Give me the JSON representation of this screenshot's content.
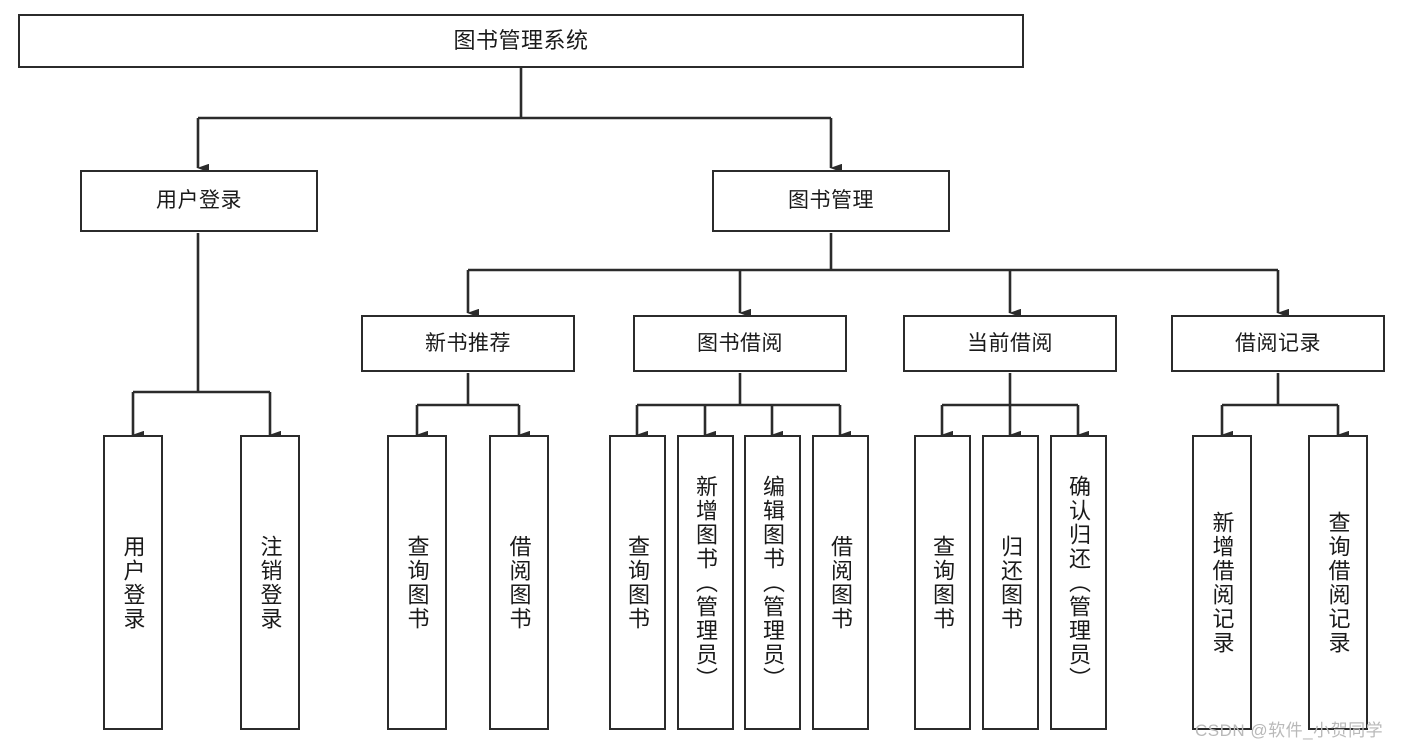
{
  "diagram": {
    "title_node": {
      "id": "root",
      "label": "图书管理系统"
    },
    "level2": [
      {
        "id": "user-login",
        "label": "用户登录"
      },
      {
        "id": "book-management",
        "label": "图书管理"
      }
    ],
    "level3": [
      {
        "id": "new-book-recommend",
        "label": "新书推荐"
      },
      {
        "id": "book-borrow",
        "label": "图书借阅"
      },
      {
        "id": "current-borrow",
        "label": "当前借阅"
      },
      {
        "id": "borrow-record",
        "label": "借阅记录"
      }
    ],
    "leaves": {
      "user_login": [
        {
          "id": "leaf-user-login",
          "label": "用户登录"
        },
        {
          "id": "leaf-logout",
          "label": "注销登录"
        }
      ],
      "new_book_recommend": [
        {
          "id": "leaf-query-book-1",
          "label": "查询图书"
        },
        {
          "id": "leaf-borrow-book-1",
          "label": "借阅图书"
        }
      ],
      "book_borrow": [
        {
          "id": "leaf-query-book-2",
          "label": "查询图书"
        },
        {
          "id": "leaf-add-book",
          "label": "新增图书（管理员）"
        },
        {
          "id": "leaf-edit-book",
          "label": "编辑图书（管理员）"
        },
        {
          "id": "leaf-borrow-book-2",
          "label": "借阅图书"
        }
      ],
      "current_borrow": [
        {
          "id": "leaf-query-book-3",
          "label": "查询图书"
        },
        {
          "id": "leaf-return-book",
          "label": "归还图书"
        },
        {
          "id": "leaf-confirm-return",
          "label": "确认归还（管理员）"
        }
      ],
      "borrow_record": [
        {
          "id": "leaf-add-record",
          "label": "新增借阅记录"
        },
        {
          "id": "leaf-query-record",
          "label": "查询借阅记录"
        }
      ]
    }
  },
  "watermark": {
    "text": "CSDN @软件_小贺同学"
  },
  "colors": {
    "stroke": "#2b2b2b",
    "fill": "#ffffff",
    "text": "#1a1a1a",
    "watermark": "#b9b9b9"
  }
}
